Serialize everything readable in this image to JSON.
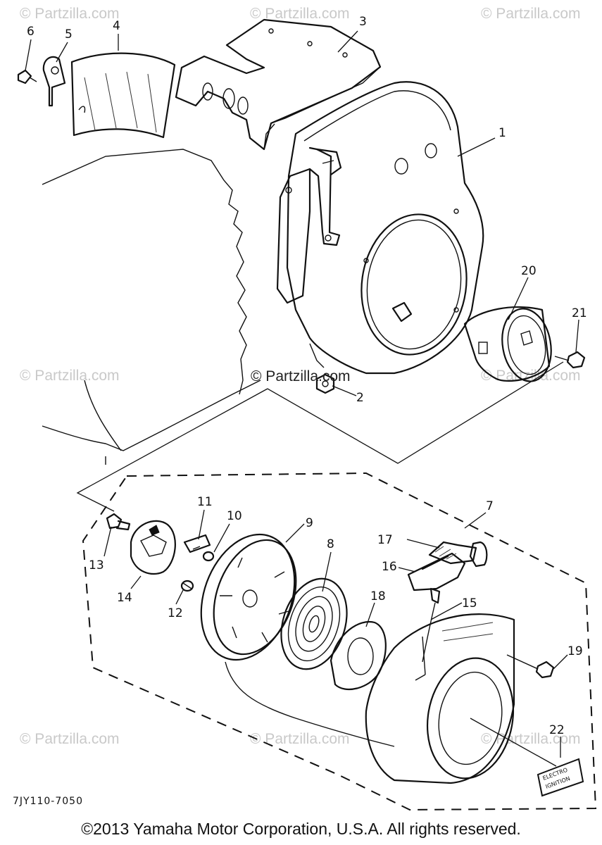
{
  "watermarks": [
    "© Partzilla.com",
    "© Partzilla.com",
    "© Partzilla.com",
    "© Partzilla.com",
    "© Partzilla.com",
    "© Partzilla.com",
    "© Partzilla.com",
    "© Partzilla.com"
  ],
  "center_watermark": "© Partzilla.com",
  "callouts": {
    "p1": "1",
    "p2": "2",
    "p3": "3",
    "p4": "4",
    "p5": "5",
    "p6": "6",
    "p7": "7",
    "p8": "8",
    "p9": "9",
    "p10": "10",
    "p11": "11",
    "p12": "12",
    "p13": "13",
    "p14": "14",
    "p15": "15",
    "p16": "16",
    "p17": "17",
    "p18": "18",
    "p19": "19",
    "p20": "20",
    "p21": "21",
    "p22": "22"
  },
  "label_22_line1": "ELECTRO",
  "label_22_line2": "IGNITION",
  "diagram_code": "7JY110-7050",
  "copyright": "©2013 Yamaha Motor Corporation, U.S.A. All rights reserved."
}
